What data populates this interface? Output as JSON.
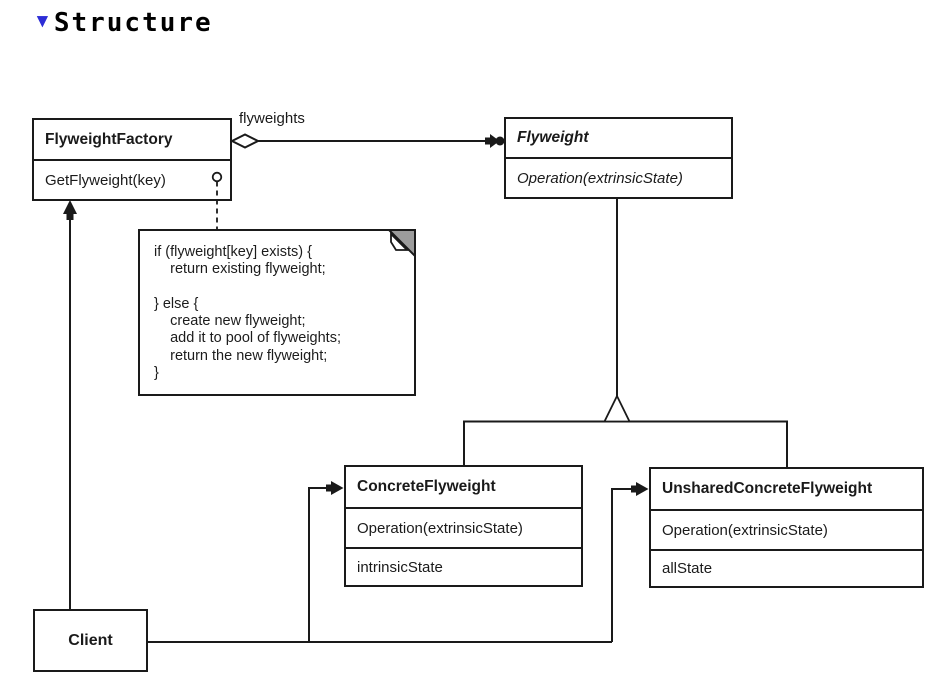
{
  "heading": {
    "text": "Structure",
    "collapse_marker": "▼",
    "marker_color": "#2d2dd6"
  },
  "classes": {
    "flyweightFactory": {
      "name": "FlyweightFactory",
      "method": "GetFlyweight(key)"
    },
    "flyweight": {
      "name": "Flyweight",
      "method": "Operation(extrinsicState)"
    },
    "concreteFlyweight": {
      "name": "ConcreteFlyweight",
      "method": "Operation(extrinsicState)",
      "attribute": "intrinsicState"
    },
    "unsharedConcreteFlyweight": {
      "name": "UnsharedConcreteFlyweight",
      "method": "Operation(extrinsicState)",
      "attribute": "allState"
    },
    "client": {
      "name": "Client"
    }
  },
  "relationships": {
    "aggregation_label": "flyweights"
  },
  "note": {
    "code": "if (flyweight[key] exists) {\n    return existing flyweight;\n\n} else {\n    create new flyweight;\n    add it to pool of flyweights;\n    return the new flyweight;\n}",
    "fold_color": "#9c9c9c"
  },
  "line_color": "#1a1a1a"
}
